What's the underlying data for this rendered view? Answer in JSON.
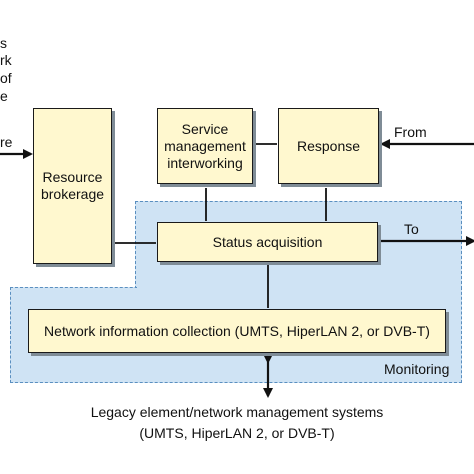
{
  "left_text_fragments": [
    "s",
    "rk",
    "of",
    "e"
  ],
  "left_arrow_label": "re",
  "boxes": {
    "resource_brokerage": "Resource\nbrokerage",
    "service_mgmt": "Service\nmanagement\ninterworking",
    "response": "Response",
    "status_acquisition": "Status acquisition",
    "network_info": "Network information collection (UMTS, HiperLAN 2, or DVB-T)"
  },
  "labels": {
    "from": "From",
    "to": "To",
    "monitoring": "Monitoring"
  },
  "legacy": {
    "line1": "Legacy element/network management systems",
    "line2": "(UMTS, HiperLAN 2, or DVB-T)"
  },
  "colors": {
    "box_fill": "#fff8cf",
    "monitor_fill": "#cfe3f4",
    "monitor_border": "#5a8fc0"
  }
}
